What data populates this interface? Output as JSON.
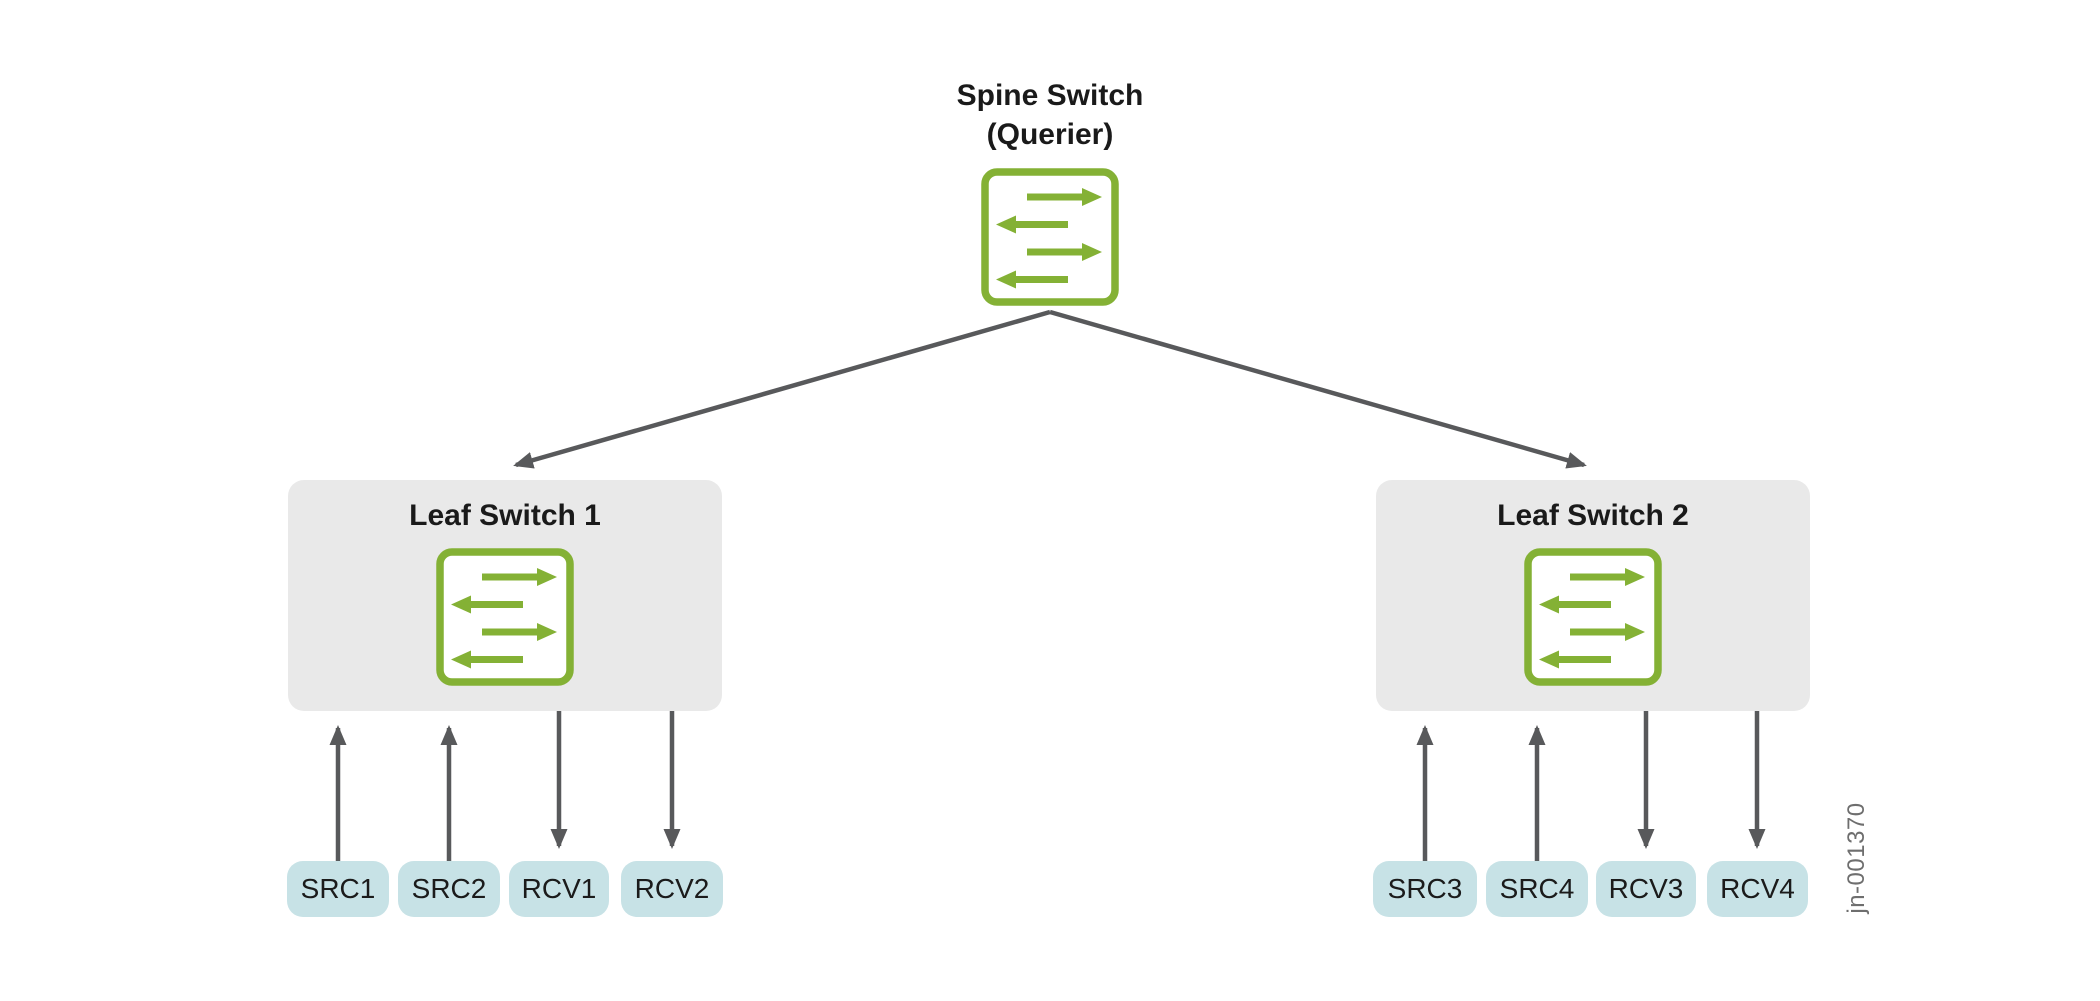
{
  "diagram": {
    "spine": {
      "label_line1": "Spine Switch",
      "label_line2": "(Querier)",
      "icon": "switch-traffic-icon"
    },
    "leaves": [
      {
        "label": "Leaf Switch 1",
        "icon": "switch-traffic-icon"
      },
      {
        "label": "Leaf Switch 2",
        "icon": "switch-traffic-icon"
      }
    ],
    "hosts": [
      {
        "label": "SRC1",
        "role": "source",
        "attached_to": "Leaf Switch 1"
      },
      {
        "label": "SRC2",
        "role": "source",
        "attached_to": "Leaf Switch 1"
      },
      {
        "label": "RCV1",
        "role": "receiver",
        "attached_to": "Leaf Switch 1"
      },
      {
        "label": "RCV2",
        "role": "receiver",
        "attached_to": "Leaf Switch 1"
      },
      {
        "label": "SRC3",
        "role": "source",
        "attached_to": "Leaf Switch 2"
      },
      {
        "label": "SRC4",
        "role": "source",
        "attached_to": "Leaf Switch 2"
      },
      {
        "label": "RCV3",
        "role": "receiver",
        "attached_to": "Leaf Switch 2"
      },
      {
        "label": "RCV4",
        "role": "receiver",
        "attached_to": "Leaf Switch 2"
      }
    ],
    "edges": [
      {
        "from": "Spine Switch",
        "to": "Leaf Switch 1",
        "arrow": "down"
      },
      {
        "from": "Spine Switch",
        "to": "Leaf Switch 2",
        "arrow": "down"
      },
      {
        "from": "SRC1",
        "to": "Leaf Switch 1",
        "arrow": "up"
      },
      {
        "from": "SRC2",
        "to": "Leaf Switch 1",
        "arrow": "up"
      },
      {
        "from": "Leaf Switch 1",
        "to": "RCV1",
        "arrow": "down"
      },
      {
        "from": "Leaf Switch 1",
        "to": "RCV2",
        "arrow": "down"
      },
      {
        "from": "SRC3",
        "to": "Leaf Switch 2",
        "arrow": "up"
      },
      {
        "from": "SRC4",
        "to": "Leaf Switch 2",
        "arrow": "up"
      },
      {
        "from": "Leaf Switch 2",
        "to": "RCV3",
        "arrow": "down"
      },
      {
        "from": "Leaf Switch 2",
        "to": "RCV4",
        "arrow": "down"
      }
    ],
    "watermark": "jn-001370",
    "colors": {
      "switch_green": "#84b135",
      "leaf_box_bg": "#e9e9e9",
      "host_bg": "#c7e2e6",
      "arrow_gray": "#58595b",
      "text": "#1a1a1a",
      "watermark_gray": "#6e6e6e"
    }
  }
}
